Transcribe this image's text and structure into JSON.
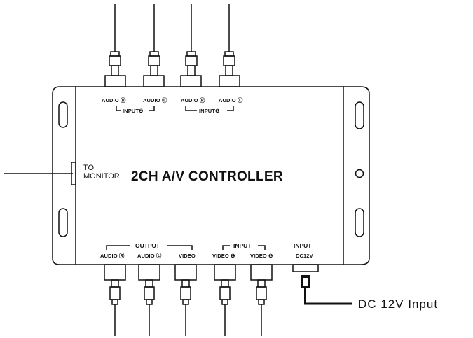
{
  "device": {
    "title": "2CH A/V CONTROLLER",
    "to_monitor_line1": "TO",
    "to_monitor_line2": "MONITOR"
  },
  "top_ports": {
    "audio_r_2": "AUDIO Ⓡ",
    "audio_l_2": "AUDIO Ⓛ",
    "audio_r_1": "AUDIO Ⓡ",
    "audio_l_1": "AUDIO Ⓛ",
    "group2": "INPUT❷",
    "group1": "INPUT❶"
  },
  "bottom_ports": {
    "output_group": "OUTPUT",
    "input_group": "INPUT",
    "power_group": "INPUT",
    "audio_r": "AUDIO Ⓡ",
    "audio_l": "AUDIO Ⓛ",
    "video": "VIDEO",
    "video1": "VIDEO ❶",
    "video2": "VIDEO ❷",
    "dc12v": "DC12V"
  },
  "callout": {
    "dc_input": "DC 12V Input"
  },
  "colors": {
    "line": "#111111",
    "background": "#ffffff"
  }
}
